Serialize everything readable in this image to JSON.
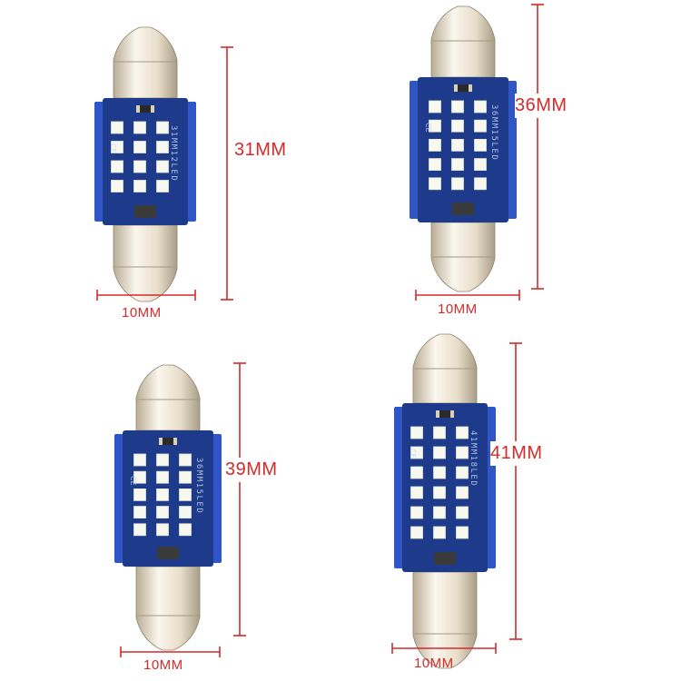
{
  "bulbs": [
    {
      "length_label": "31MM",
      "width_label": "10MM",
      "pcb_text": "31MM12LED",
      "ce": "CE",
      "led_count": 12
    },
    {
      "length_label": "36MM",
      "width_label": "10MM",
      "pcb_text": "36MM15LED",
      "ce": "CE",
      "led_count": 15
    },
    {
      "length_label": "39MM",
      "width_label": "10MM",
      "pcb_text": "36MM15LED",
      "ce": "CE",
      "led_count": 15
    },
    {
      "length_label": "41MM",
      "width_label": "10MM",
      "pcb_text": "41MM18LED",
      "ce": "CE",
      "led_count": 18
    }
  ],
  "colors": {
    "dimension": "#d42a2a",
    "pcb": "#1e3a8a",
    "pcb_edge": "#2f55c7",
    "led": "#f7f8ef",
    "cap": "#e7ddc9"
  }
}
